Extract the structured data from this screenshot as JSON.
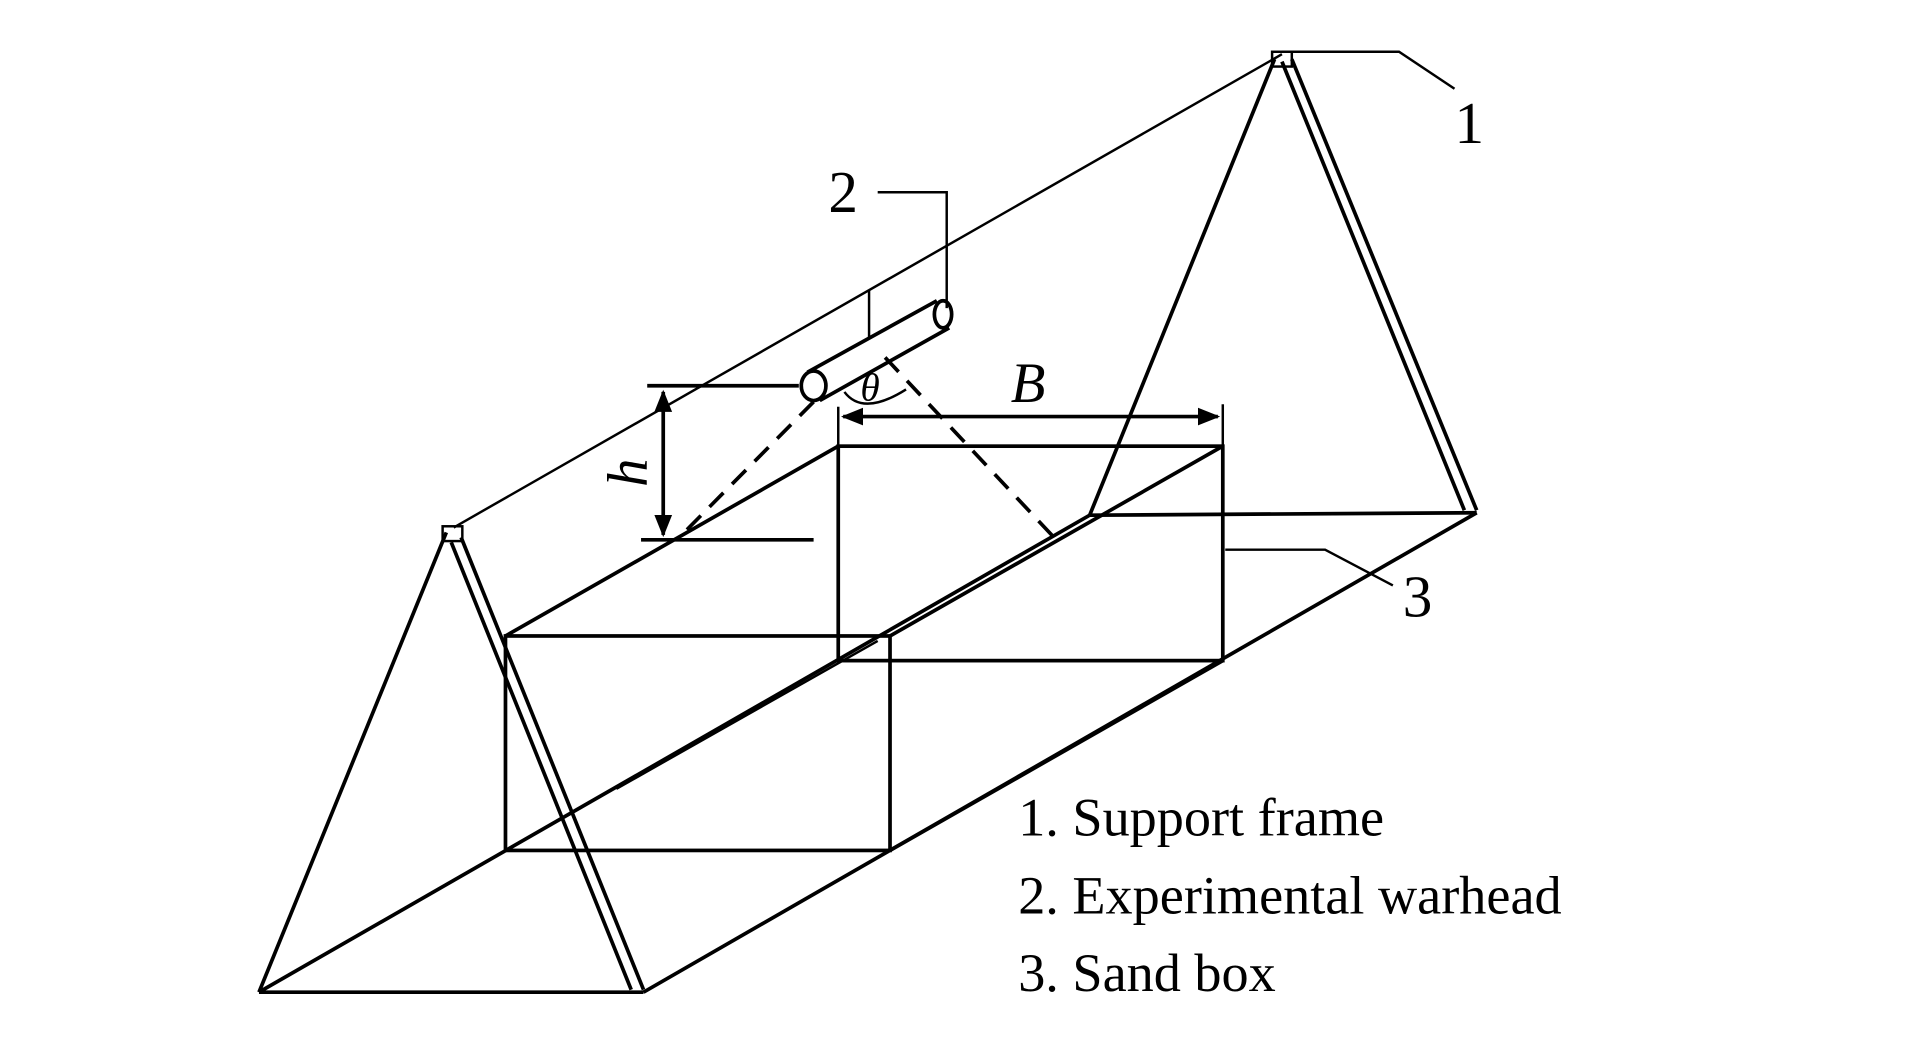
{
  "diagram": {
    "labels": {
      "frame": "1",
      "warhead": "2",
      "sandbox": "3"
    },
    "dimensions": {
      "height": "h",
      "width": "B",
      "angle": "θ"
    },
    "legend": [
      "1. Support frame",
      "2. Experimental warhead",
      "3. Sand box"
    ]
  }
}
